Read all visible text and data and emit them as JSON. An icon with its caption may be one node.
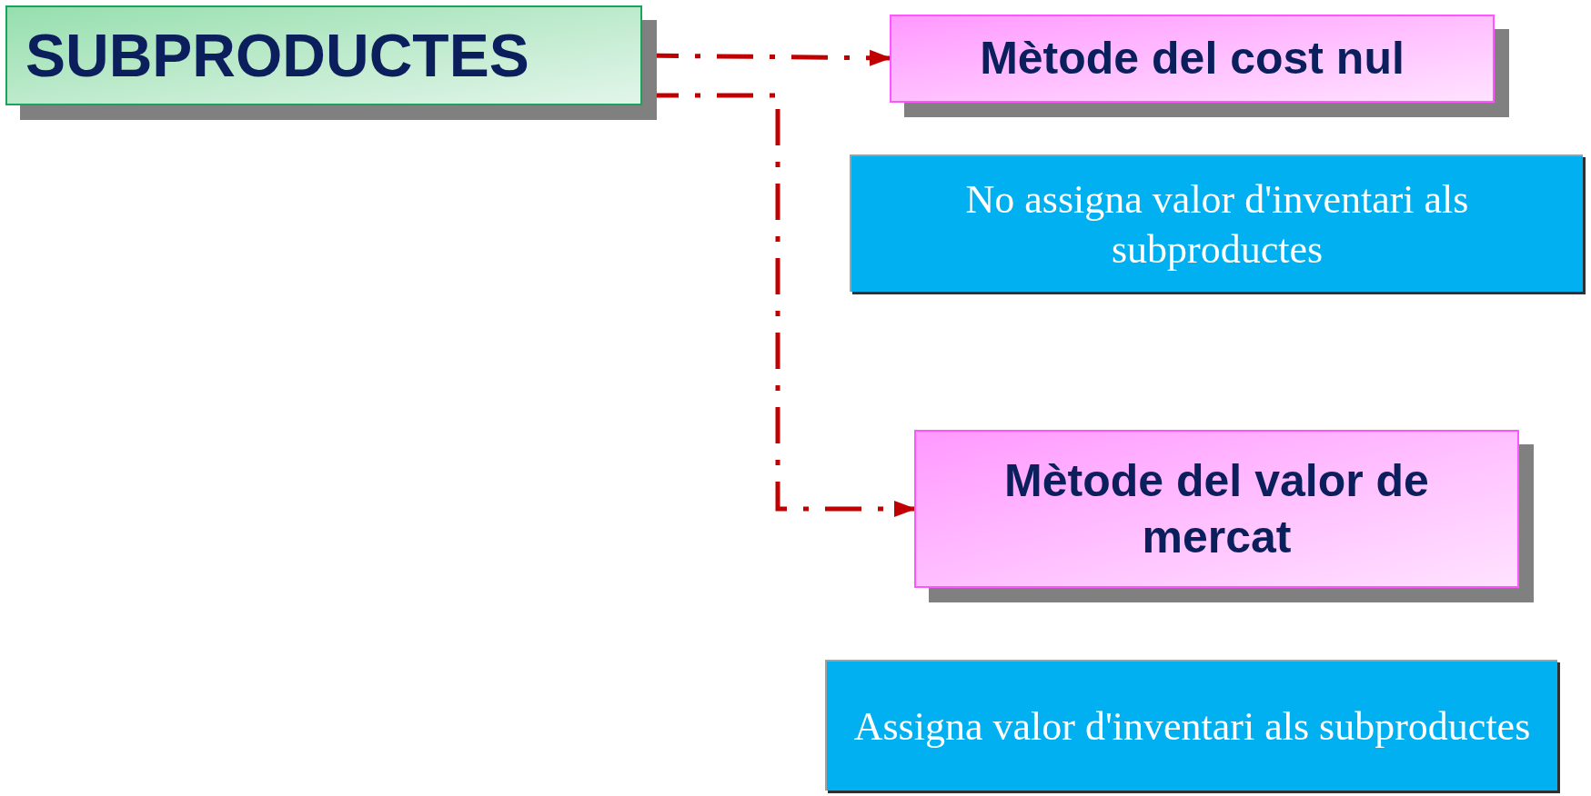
{
  "diagram": {
    "nodes": [
      {
        "text": [
          "SUBPRODUCTES"
        ]
      },
      {
        "text": [
          "Mètode del cost nul"
        ]
      },
      {
        "text": [
          "No assigna valor d'inventari als subproductes"
        ]
      },
      {
        "text": [
          "Mètode del valor de mercat"
        ]
      },
      {
        "text": [
          "Assigna valor d'inventari als subproductes"
        ]
      }
    ],
    "edges": [
      {
        "from": 0,
        "to": 1,
        "arrow": "to",
        "style": "dashed"
      },
      {
        "from": 0,
        "to": 3,
        "arrow": "to",
        "style": "dashed"
      }
    ]
  }
}
